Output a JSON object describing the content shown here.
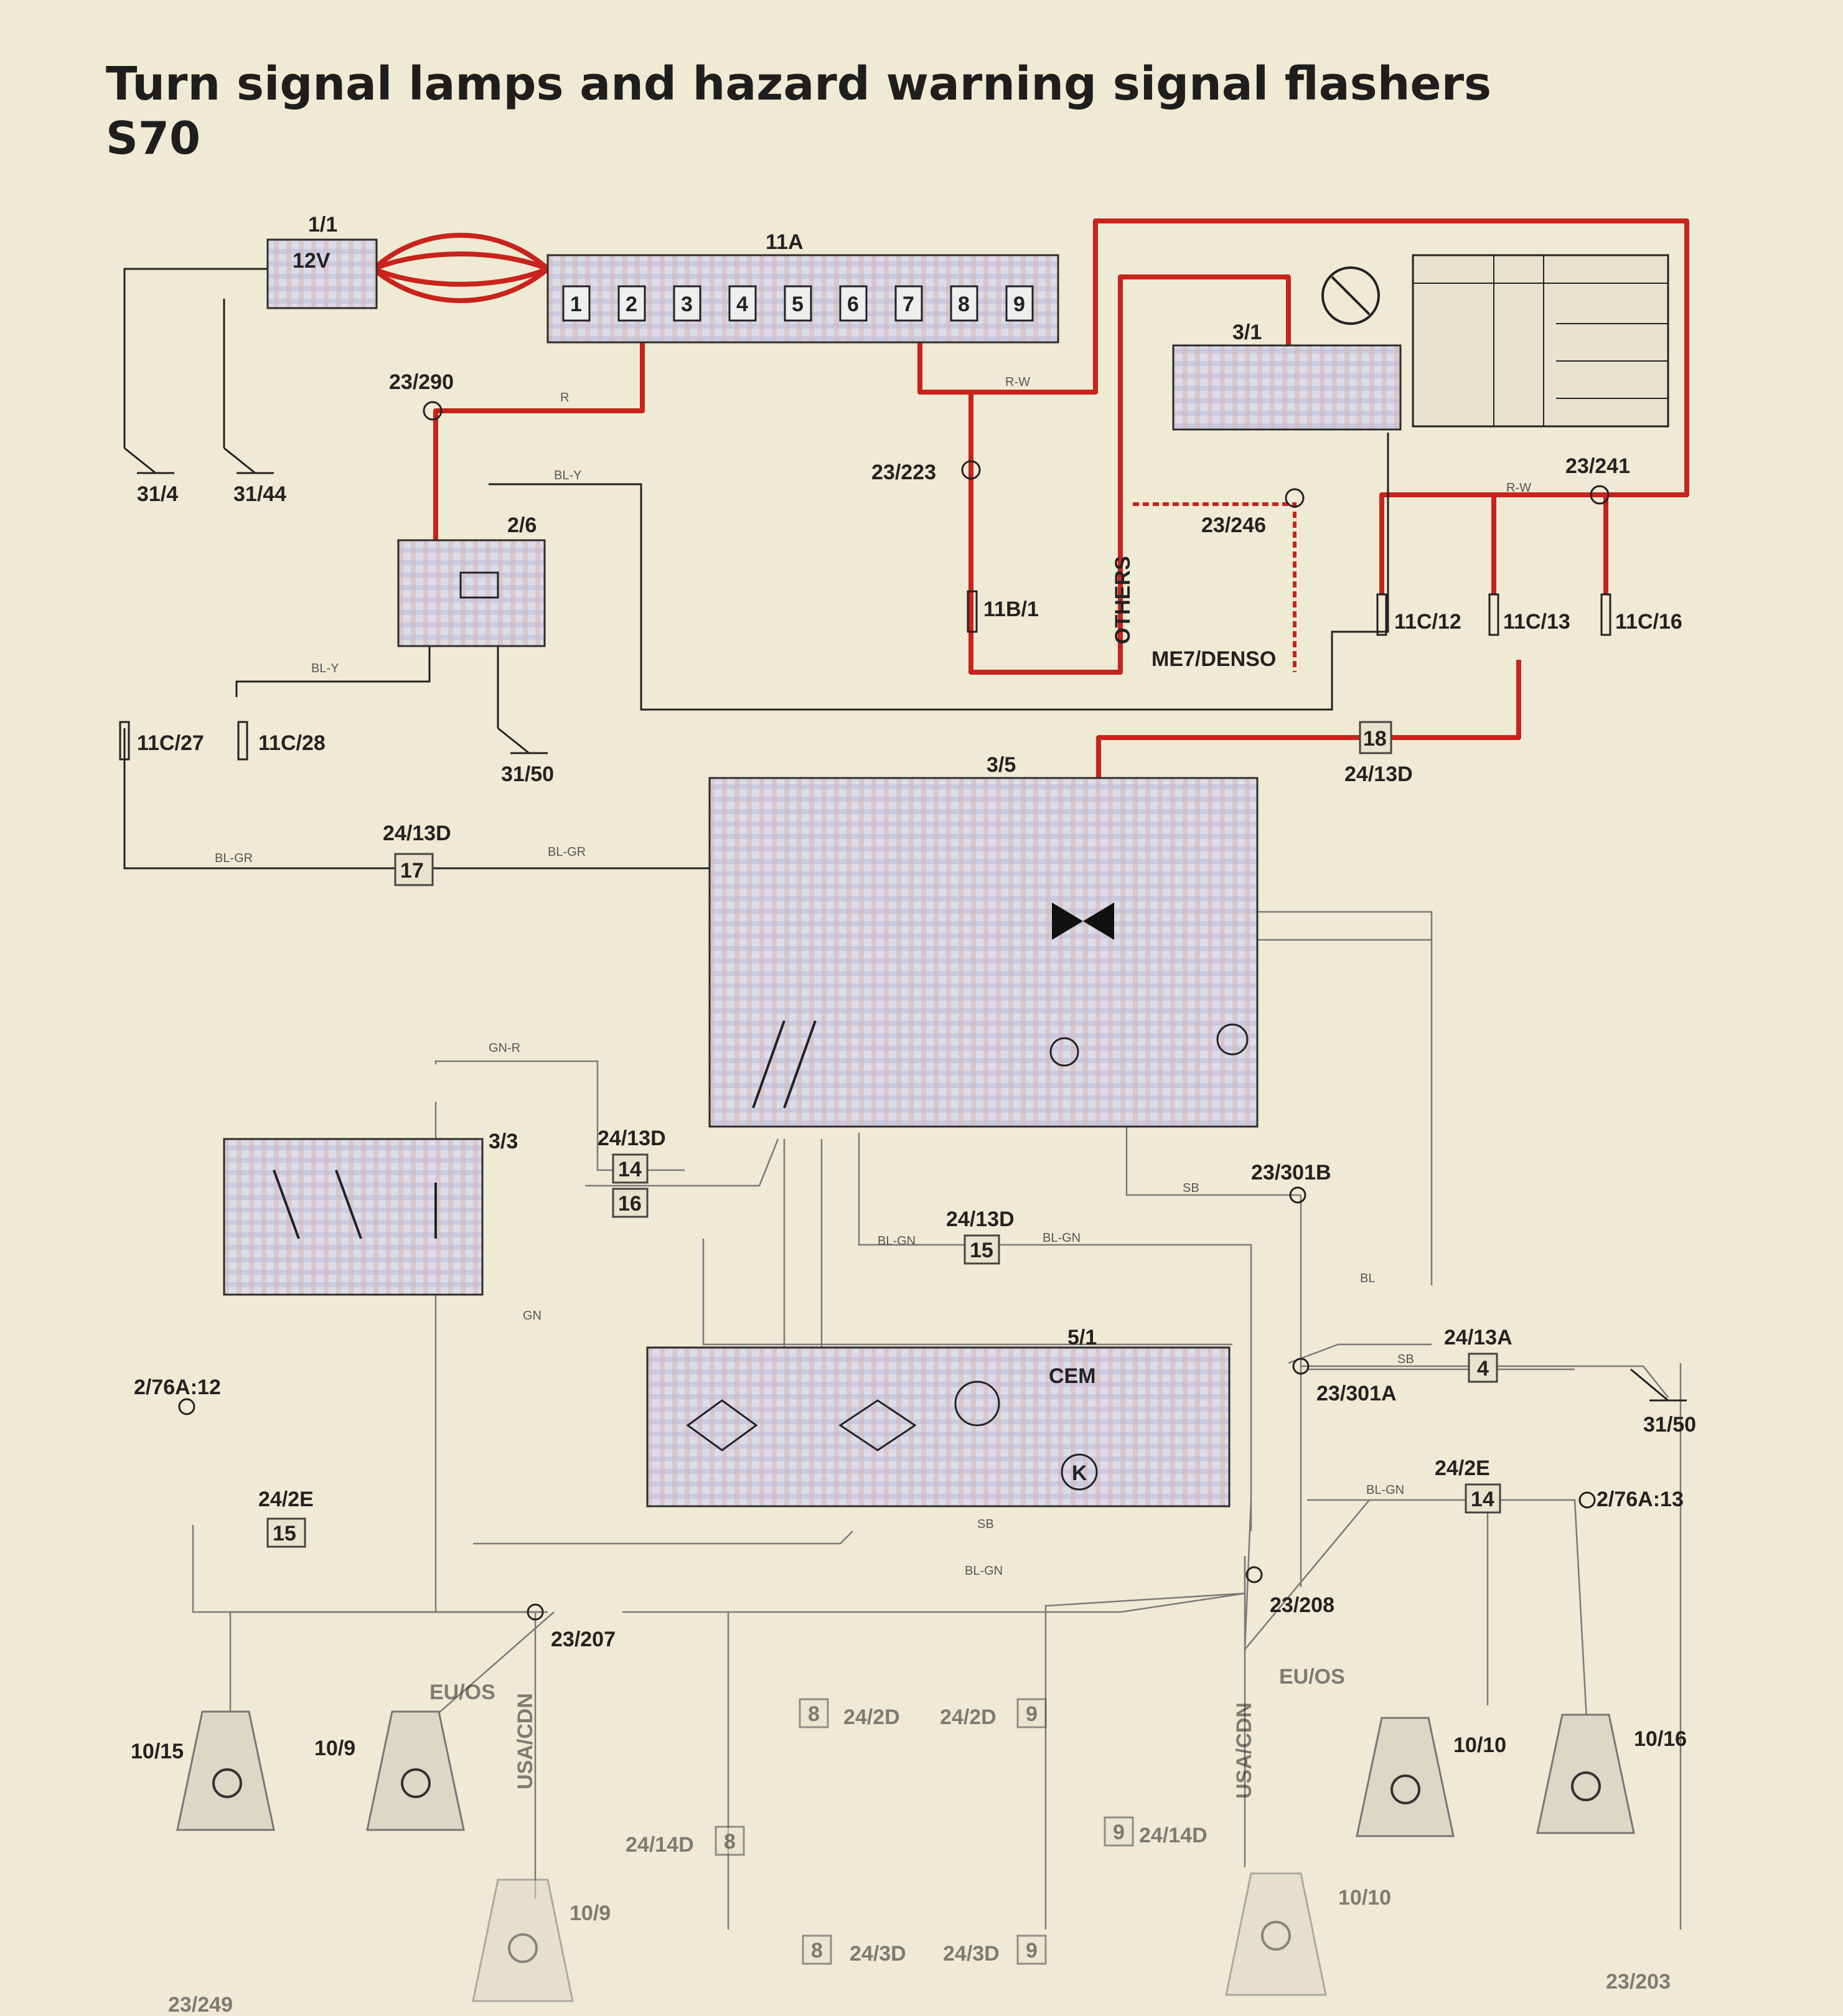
{
  "title": "Turn signal lamps and hazard warning signal flashers",
  "model": "S70",
  "components": {
    "battery": "1/1",
    "battery_volt": "12V",
    "fuse_box": "11A",
    "fuse_numbers": [
      "1",
      "2",
      "3",
      "4",
      "5",
      "6",
      "7",
      "8",
      "9"
    ],
    "relay_2_6": "2/6",
    "ignition_switch": "3/1",
    "hazard_switch": "3/5",
    "light_switch": "3/3",
    "cem": "5/1",
    "cem_text": "CEM",
    "cem_k": "K"
  },
  "connectors": {
    "c23_290": "23/290",
    "c23_223": "23/223",
    "c23_241": "23/241",
    "c23_246": "23/246",
    "c11b_1": "11B/1",
    "c11c_12": "11C/12",
    "c11c_13": "11C/13",
    "c11c_16": "11C/16",
    "c11c_27": "11C/27",
    "c11c_28": "11C/28",
    "c24_13d_a": "24/13D",
    "c24_13d_b": "24/13D",
    "c24_13d_c": "24/13D",
    "c24_13d_d": "24/13D",
    "c24_13a": "24/13A",
    "c23_301b": "23/301B",
    "c23_301a": "23/301A",
    "c2_76a_12": "2/76A:12",
    "c2_76a_13": "2/76A:13",
    "c24_2e_a": "24/2E",
    "c24_2e_b": "24/2E",
    "c23_207": "23/207",
    "c23_208": "23/208",
    "c24_2d_a": "24/2D",
    "c24_2d_b": "24/2D",
    "c24_14d_a": "24/14D",
    "c24_14d_b": "24/14D",
    "c24_3d_a": "24/3D",
    "c24_3d_b": "24/3D",
    "c23_249": "23/249",
    "c23_203": "23/203",
    "pin_18": "18",
    "pin_17": "17",
    "pin_14": "14",
    "pin_16": "16",
    "pin_15a": "15",
    "pin_4": "4",
    "pin_14b": "14",
    "pin_15b": "15",
    "pin_8a": "8",
    "pin_9a": "9",
    "pin_8b": "8",
    "pin_9b": "9",
    "pin_8c": "8",
    "pin_9c": "9"
  },
  "grounds": {
    "g31_4": "31/4",
    "g31_44": "31/44",
    "g31_50a": "31/50",
    "g31_50b": "31/50"
  },
  "lamps": {
    "l10_15": "10/15",
    "l10_9a": "10/9",
    "l10_9b": "10/9",
    "l10_10a": "10/10",
    "l10_10b": "10/10",
    "l10_16": "10/16"
  },
  "labels": {
    "others": "OTHERS",
    "me7": "ME7/DENSO",
    "euos_l": "EU/OS",
    "euos_r": "EU/OS",
    "usacdn_l": "USA/CDN",
    "usacdn_r": "USA/CDN"
  },
  "wire_colors": {
    "r": "R",
    "rw1": "R-W",
    "rw2": "R-W",
    "bly1": "BL-Y",
    "bly2": "BL-Y",
    "blgr1": "BL-GR",
    "blgr2": "BL-GR",
    "gnr": "GN-R",
    "gn": "GN",
    "blgn1": "BL-GN",
    "blgn2": "BL-GN",
    "blgn3": "BL-GN",
    "blgn4": "BL-GN",
    "sb1": "SB",
    "sb2": "SB",
    "sb3": "SB",
    "bl": "BL"
  },
  "colors": {
    "power_wire": "#c8231c",
    "wire": "#222222",
    "background": "#efead3"
  }
}
